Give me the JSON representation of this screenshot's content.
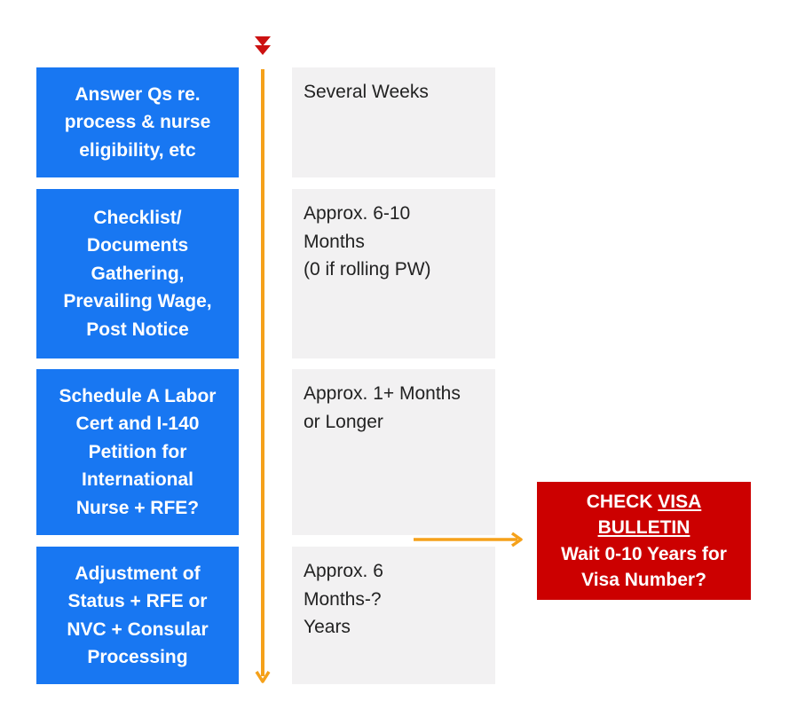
{
  "steps": [
    {
      "label_lines": [
        "Answer Qs re.",
        "process & nurse",
        "eligibility, etc"
      ],
      "duration_lines": [
        "Several Weeks"
      ]
    },
    {
      "label_lines": [
        "Checklist/",
        "Documents",
        "Gathering,",
        "Prevailing Wage,",
        "Post Notice"
      ],
      "duration_lines": [
        "Approx. 6-10",
        "Months",
        "(0 if rolling PW)"
      ]
    },
    {
      "label_lines": [
        "Schedule A Labor",
        "Cert and I-140",
        "Petition for",
        "International",
        "Nurse + RFE?"
      ],
      "duration_lines": [
        "Approx. 1+ Months",
        "or Longer"
      ]
    },
    {
      "label_lines": [
        "Adjustment of",
        "Status + RFE or",
        "NVC + Consular",
        "Processing"
      ],
      "duration_lines": [
        "Approx. 6",
        "Months-?",
        "Years"
      ]
    }
  ],
  "visa_box": {
    "line1_prefix": "CHECK ",
    "line1_link": "VISA",
    "line2": "BULLETIN",
    "line3": "Wait 0-10 Years for",
    "line4": "Visa Number?"
  },
  "colors": {
    "step_blue": "#1877f2",
    "duration_gray": "#f2f1f2",
    "timeline_orange": "#f5a11a",
    "visa_red": "#cc0000",
    "start_marker_red": "#cc1111"
  }
}
